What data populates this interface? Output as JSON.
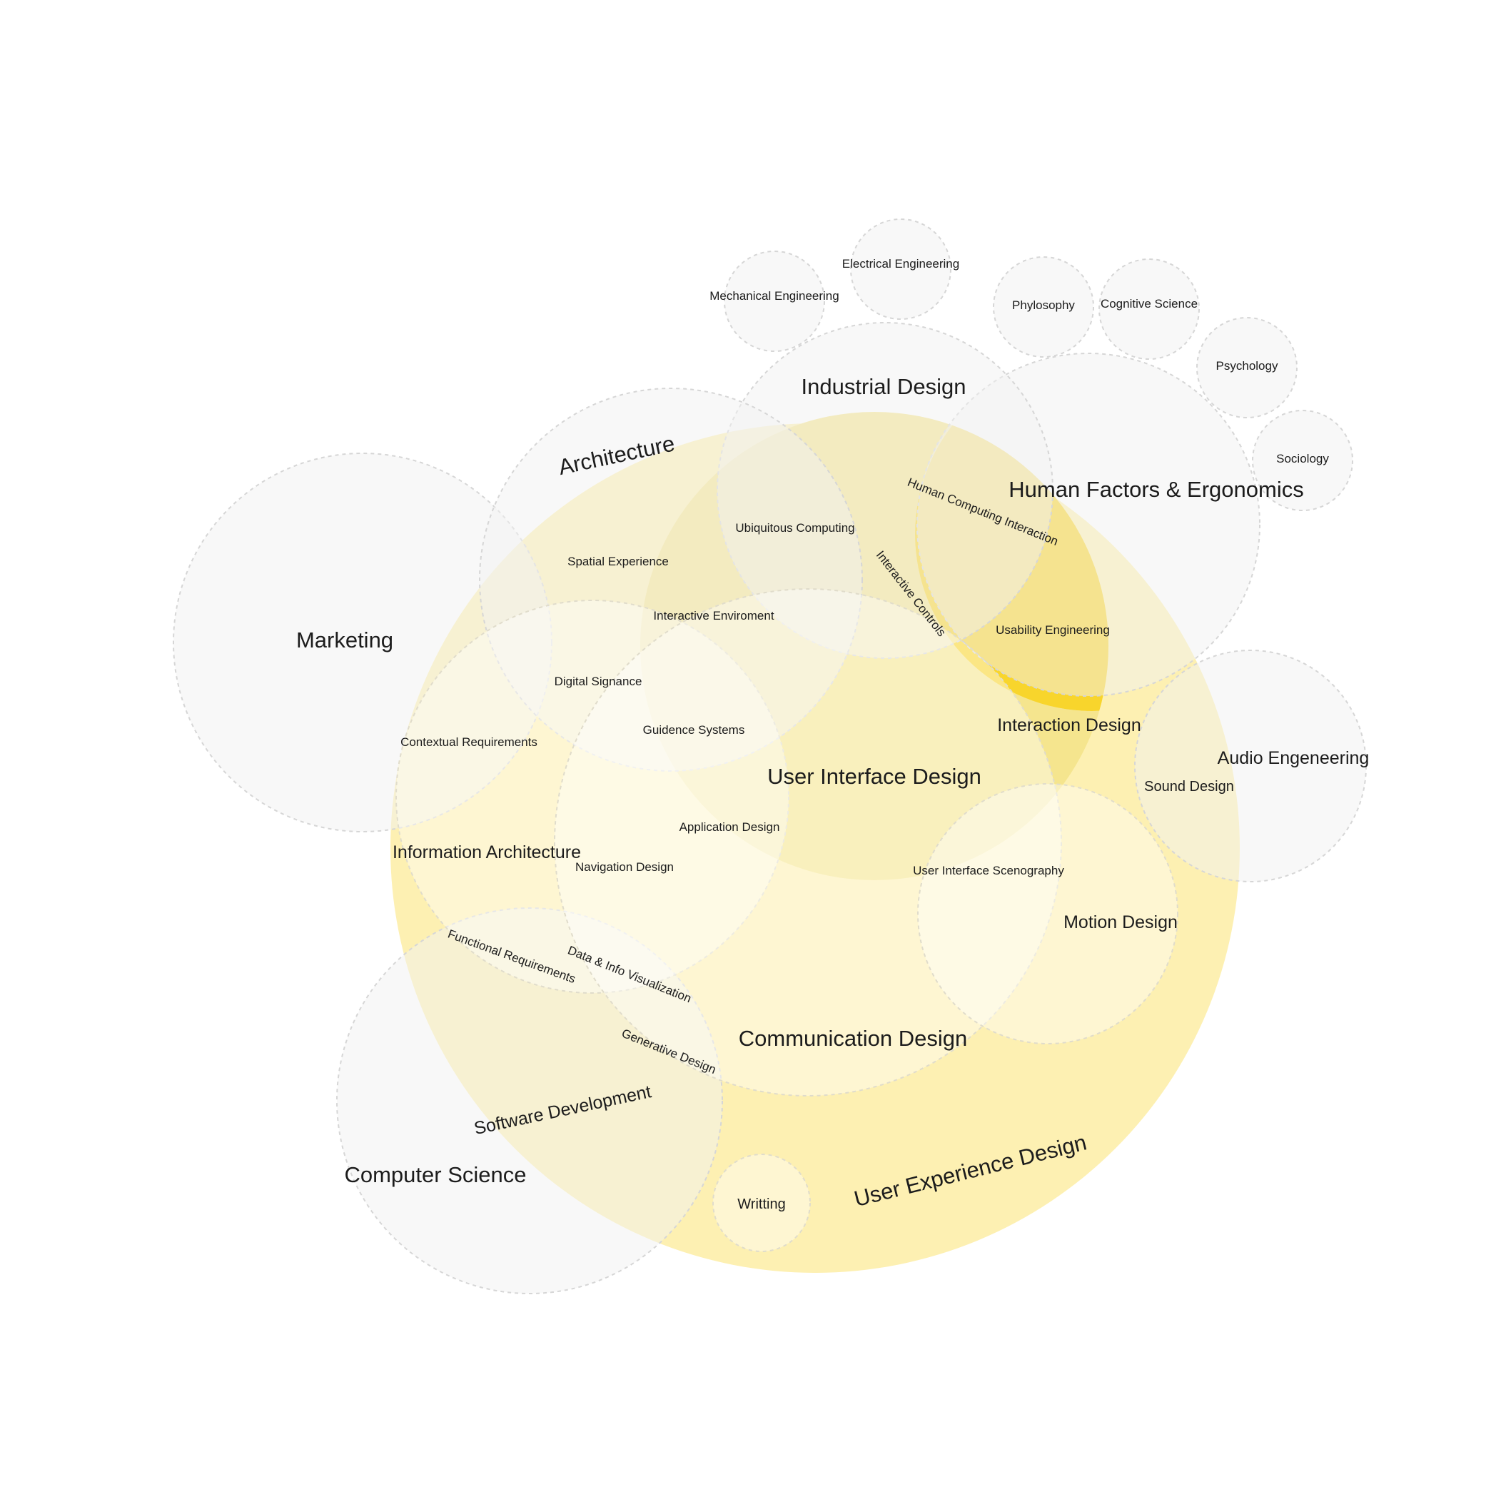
{
  "colors": {
    "ux_fill": "#fdf0b2",
    "ui_fill": "#f5e58e",
    "accent": "#f8d52c",
    "neutral_fill": "#f6f6f6",
    "outline": "#d6d6d6",
    "text": "#1c1c1c"
  },
  "domains": {
    "user_experience_design": "User Experience Design",
    "user_interface_design": "User Interface Design",
    "interaction_design": "Interaction Design",
    "communication_design": "Communication Design",
    "information_architecture": "Information Architecture",
    "industrial_design": "Industrial Design",
    "architecture": "Architecture",
    "human_factors": "Human Factors & Ergonomics",
    "marketing": "Marketing",
    "computer_science": "Computer Science",
    "audio_engineering": "Audio Engeneering",
    "motion_design": "Motion Design",
    "writing": "Writting"
  },
  "disciplines": {
    "mechanical_engineering": "Mechanical Engineering",
    "electrical_engineering": "Electrical Engineering",
    "phylosophy": "Phylosophy",
    "cognitive_science": "Cognitive Science",
    "psychology": "Psychology",
    "sociology": "Sociology"
  },
  "overlaps": {
    "ubiquitous_computing": "Ubiquitous Computing",
    "human_computing_interaction": "Human Computing Interaction",
    "interactive_controls": "Interactive Controls",
    "spatial_experience": "Spatial Experience",
    "interactive_environment": "Interactive Enviroment",
    "usability_engineering": "Usability Engineering",
    "digital_signance": "Digital Signance",
    "contextual_requirements": "Contextual Requirements",
    "guidance_systems": "Guidence Systems",
    "application_design": "Application Design",
    "navigation_design": "Navigation Design",
    "ui_scenography": "User Interface Scenography",
    "sound_design": "Sound Design",
    "functional_requirements": "Functional Requirements",
    "data_info_visualization": "Data & Info Visualization",
    "generative_design": "Generative Design",
    "software_development": "Software Development"
  }
}
